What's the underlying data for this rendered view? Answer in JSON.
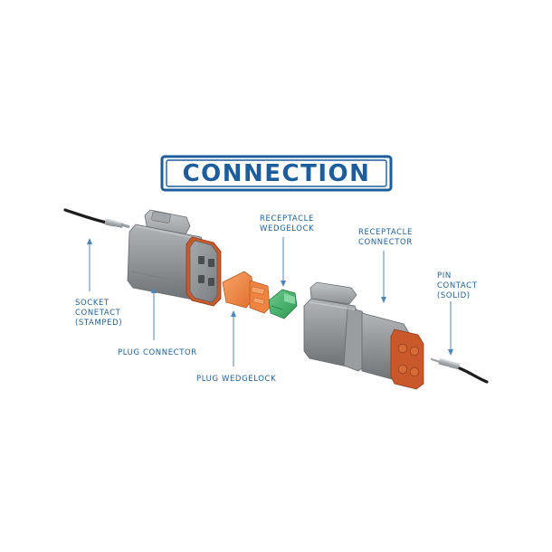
{
  "title": "CONNECTION",
  "labels": {
    "socket_contact": [
      "SOCKET",
      "CONETACT",
      "(STAMPED)"
    ],
    "plug_connector": [
      "PLUG CONNECTOR"
    ],
    "plug_wedgelock": [
      "PLUG WEDGELOCK"
    ],
    "receptacle_wedgelock": [
      "RECEPTACLE",
      "WEDGELOCK"
    ],
    "receptacle_connector": [
      "RECEPTACLE",
      "CONNECTOR"
    ],
    "pin_contact": [
      "PIN",
      "CONTACT",
      "(SOLID)"
    ]
  },
  "colors": {
    "title_blue": "#1d5d9c",
    "label_blue": "#1f5f95",
    "pointer_blue": "#4f86b5",
    "housing_grey": "#8c8f91",
    "seal_orange": "#c9592a",
    "plug_wedgelock_orange": "#ef8a45",
    "receptacle_wedgelock_green": "#3fae63",
    "wire_black": "#1d1d1d",
    "contact_silver": "#b9bcbf"
  },
  "icons": {
    "socket_contact": "socket-contact-wire-icon",
    "plug_connector": "plug-connector-icon",
    "plug_wedgelock": "plug-wedgelock-icon",
    "receptacle_wedgelock": "receptacle-wedgelock-icon",
    "receptacle_connector": "receptacle-connector-icon",
    "pin_contact": "pin-contact-wire-icon"
  }
}
